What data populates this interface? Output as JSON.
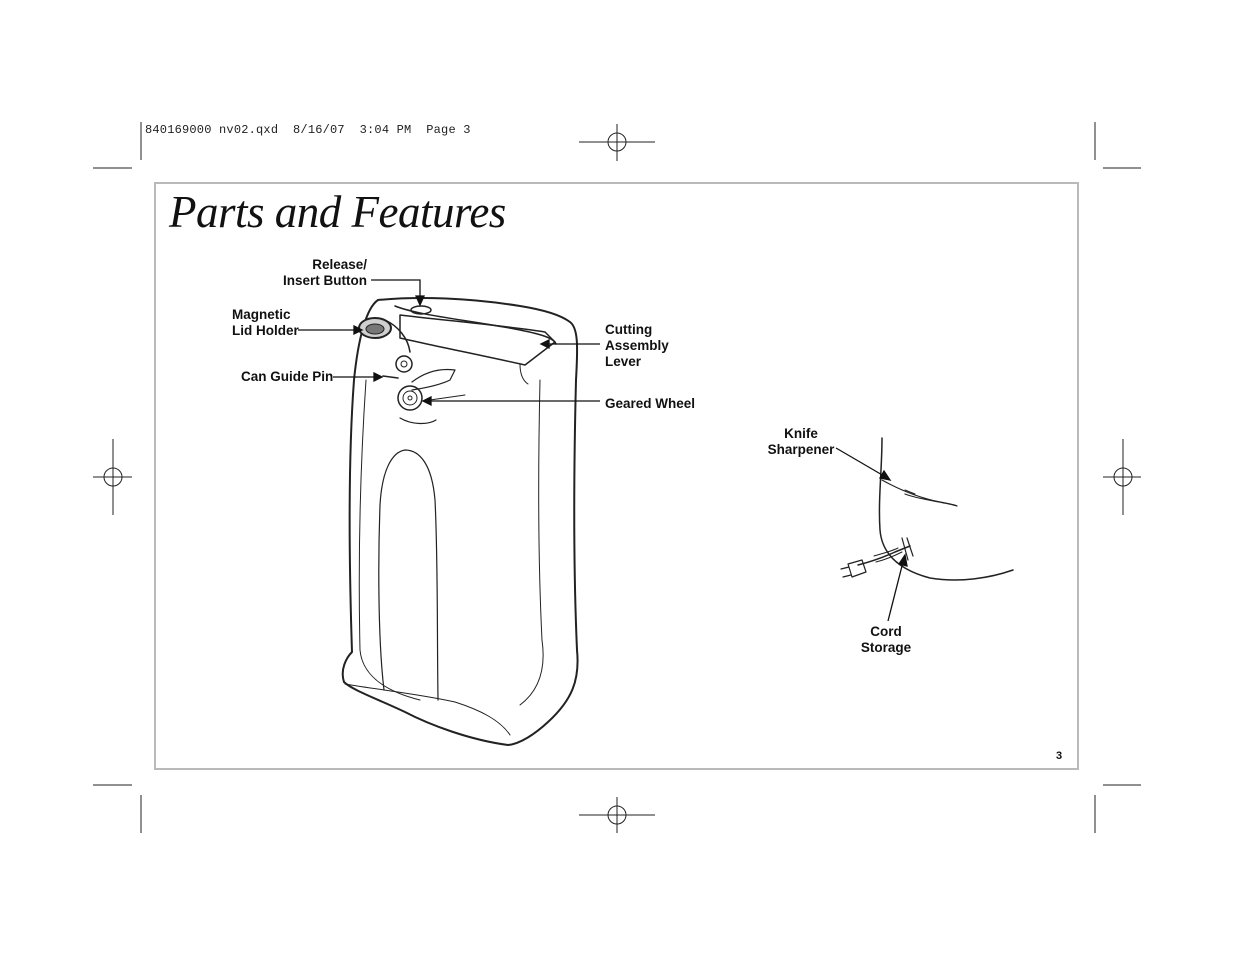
{
  "slug_line": "840169000 nv02.qxd  8/16/07  3:04 PM  Page 3",
  "title": "Parts and Features",
  "labels": {
    "release_insert_button": [
      "Release/",
      "Insert Button"
    ],
    "magnetic_lid_holder": [
      "Magnetic",
      "Lid Holder"
    ],
    "can_guide_pin": "Can Guide Pin",
    "cutting_assembly_lever": [
      "Cutting",
      "Assembly",
      "Lever"
    ],
    "geared_wheel": "Geared Wheel",
    "knife_sharpener": [
      "Knife",
      "Sharpener"
    ],
    "cord_storage": [
      "Cord",
      "Storage"
    ]
  },
  "page_number": "3"
}
